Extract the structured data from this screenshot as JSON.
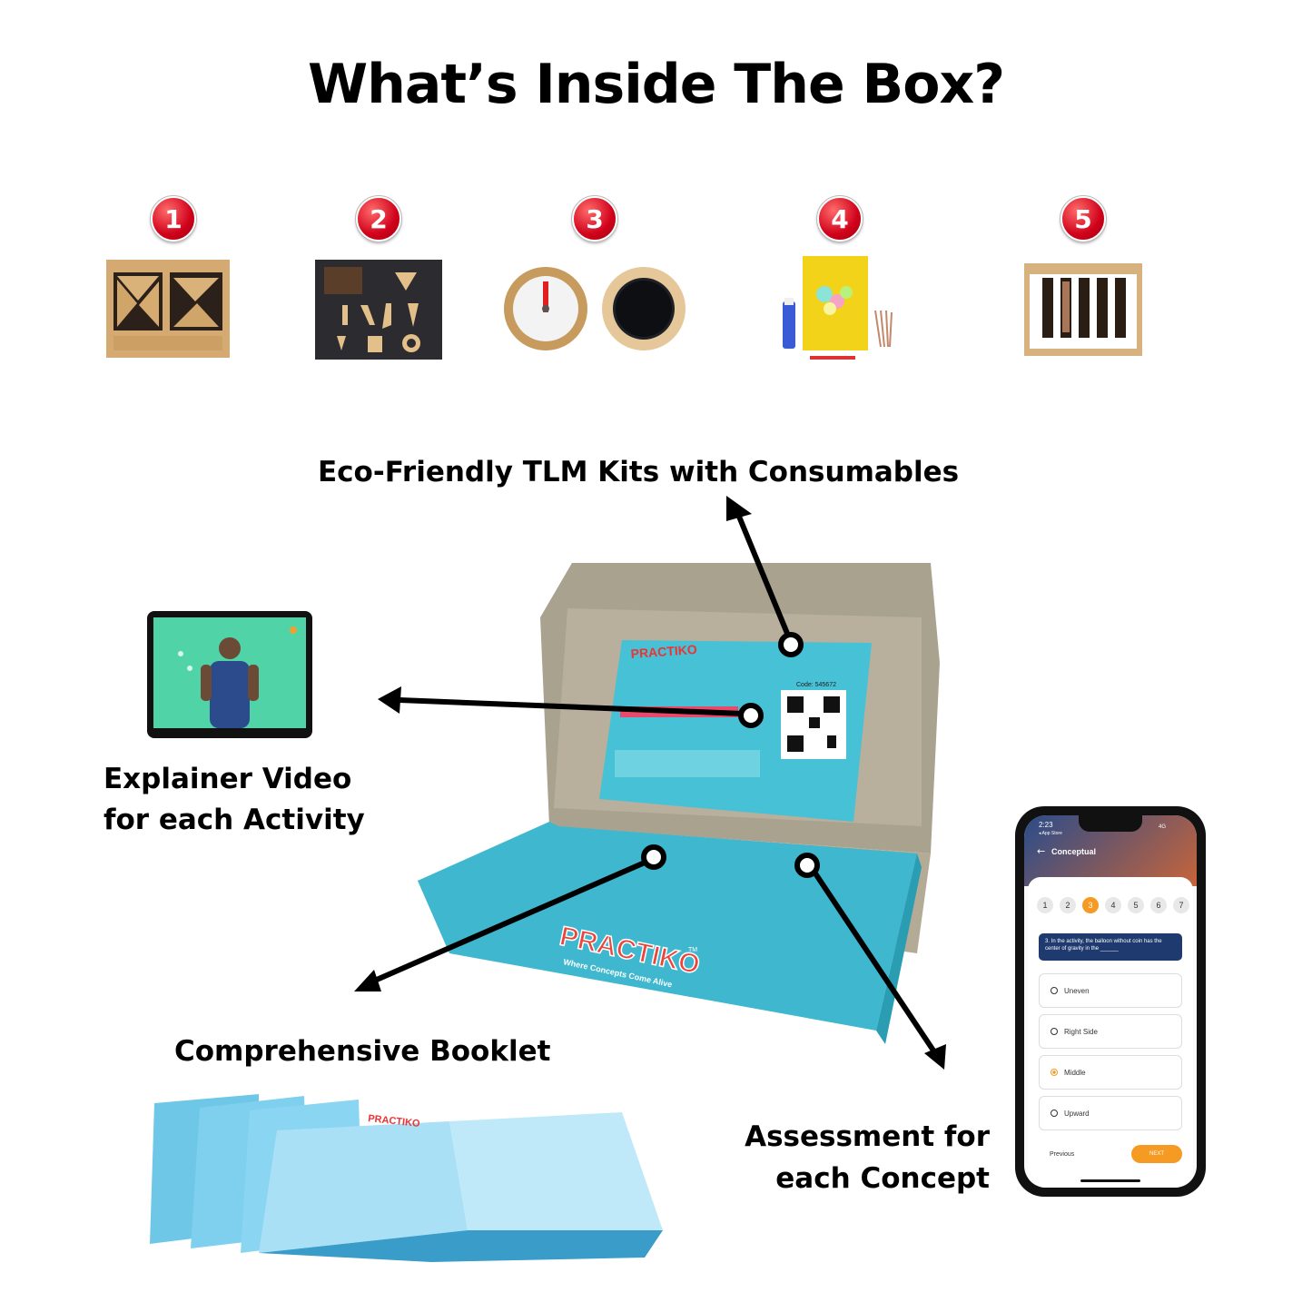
{
  "title": "What’s Inside The Box?",
  "items": [
    {
      "number": "1"
    },
    {
      "number": "2"
    },
    {
      "number": "3"
    },
    {
      "number": "4"
    },
    {
      "number": "5"
    }
  ],
  "labels": {
    "kits": "Eco-Friendly TLM Kits with Consumables",
    "video_line1": "Explainer Video",
    "video_line2": "for each Activity",
    "booklet": "Comprehensive Booklet",
    "assessment_line1": "Assessment for",
    "assessment_line2": "each Concept"
  },
  "box": {
    "brand": "PRACTIKO",
    "tagline": "Where Concepts Come Alive",
    "tm": "TM",
    "code": "Code: 545672"
  },
  "phone": {
    "time": "2:23",
    "back_app": "◂ App Store",
    "network": "4G",
    "screen_title": "Conceptual",
    "steps": [
      "1",
      "2",
      "3",
      "4",
      "5",
      "6",
      "7"
    ],
    "active_step": "3",
    "question": "3. In the activity, the balloon without coin has the center of gravity in the ______",
    "options": [
      "Uneven",
      "Right Side",
      "Middle",
      "Upward"
    ],
    "selected_option": "Middle",
    "previous": "Previous",
    "next": "NEXT"
  },
  "colors": {
    "accent_red": "#d0021b",
    "box_teal": "#3fb8cf",
    "next_orange": "#f59a23",
    "question_navy": "#1e3a6e"
  }
}
